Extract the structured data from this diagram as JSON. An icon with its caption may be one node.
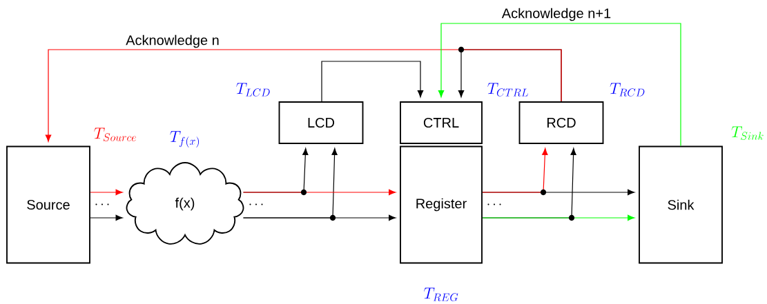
{
  "diagram": {
    "nodes": [
      {
        "text": [
          "Source"
        ],
        "beside": [
          "T_{Source}"
        ]
      },
      {
        "text": [
          "f(x)"
        ],
        "beside": [
          "T_{f(x)}"
        ]
      },
      {
        "text": [
          "LCD"
        ],
        "beside": [
          "T_{LCD}"
        ]
      },
      {
        "text": [
          "CTRL"
        ],
        "beside": [
          "T_{CTRL}"
        ]
      },
      {
        "text": [
          "RCD"
        ],
        "beside": [
          "T_{RCD}"
        ]
      },
      {
        "text": [
          "Register"
        ],
        "beside": [
          "T_{REG}"
        ]
      },
      {
        "text": [
          "Sink"
        ],
        "beside": [
          "T_{Sink}"
        ]
      }
    ],
    "edges": [
      {
        "from": 0,
        "to": 1,
        "arrow": "to",
        "color": "#ff0000"
      },
      {
        "from": 0,
        "to": 1,
        "arrow": "to",
        "color": "#000000"
      },
      {
        "from": 1,
        "to": 5,
        "arrow": "to",
        "color": "#ff0000"
      },
      {
        "from": 1,
        "to": 5,
        "arrow": "to",
        "color": "#000000"
      },
      {
        "from": 1,
        "to": 2,
        "arrow": "to",
        "color": "#000000"
      },
      {
        "from": 1,
        "to": 2,
        "arrow": "to",
        "color": "#000000"
      },
      {
        "from": 5,
        "to": 6,
        "arrow": "to",
        "color": "#000000"
      },
      {
        "from": 5,
        "to": 4,
        "arrow": "to",
        "color": "#ff0000"
      },
      {
        "from": 5,
        "to": 6,
        "arrow": "to",
        "color": "#00ff00"
      },
      {
        "from": 5,
        "to": 4,
        "arrow": "to",
        "color": "#000000"
      },
      {
        "from": 2,
        "to": 3,
        "arrow": "to",
        "color": "#000000"
      },
      {
        "from": 4,
        "to": 0,
        "arrow": "to",
        "color": "#ff0000",
        "label": "Acknowledge n"
      },
      {
        "from": 4,
        "to": 3,
        "arrow": "to",
        "color": "#000000"
      },
      {
        "from": 6,
        "to": 3,
        "arrow": "to",
        "color": "#00ff00",
        "label": "Acknowledge n+1"
      }
    ],
    "labels": [
      "\\cdots",
      "\\cdots",
      "\\cdots"
    ]
  }
}
